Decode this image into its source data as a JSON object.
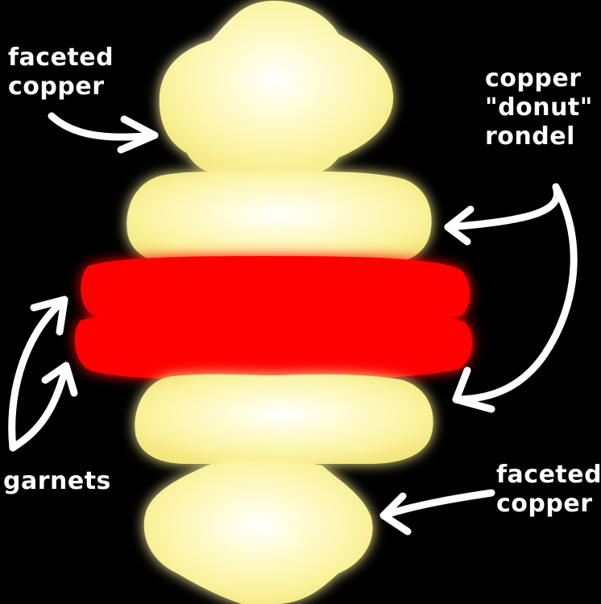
{
  "labels": {
    "faceted_copper_top": {
      "line1": "faceted",
      "line2": "copper"
    },
    "copper_donut_rondel": {
      "line1": "copper",
      "line2": "\"donut\"",
      "line3": "rondel"
    },
    "garnets": {
      "line1": "garnets"
    },
    "faceted_copper_bottom": {
      "line1": "faceted",
      "line2": "copper"
    }
  },
  "colors": {
    "background": "#000000",
    "copper_glow": "#fffbd0",
    "copper_edge": "#f7ef88",
    "garnet": "#ff0000",
    "annotation": "#ffffff"
  }
}
